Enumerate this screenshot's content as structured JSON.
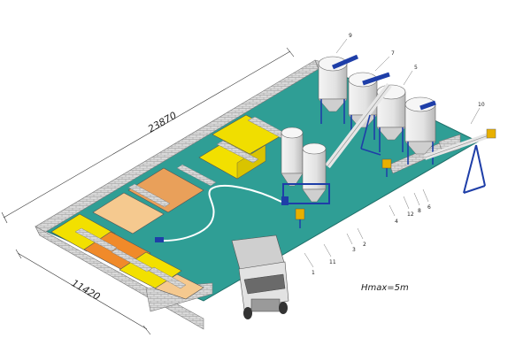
{
  "dimensions": {
    "length": "23870",
    "width": "11420"
  },
  "height_note": "Hmax=5m",
  "callouts": [
    "9",
    "7",
    "5",
    "10",
    "4",
    "12",
    "8",
    "6",
    "3",
    "2",
    "11",
    "1"
  ],
  "colors": {
    "floor": "#2f9e95",
    "wall": "#d9d9d9",
    "brick_line": "#9a9a9a",
    "steel": "#1e3ea8",
    "silo": "#e8e8e8",
    "bin_yellow": "#f2e000",
    "bin_orange": "#f08a2a",
    "bin_tan": "#e9a05a",
    "bin_peach": "#f5c98f",
    "truck": "#dcdcdc"
  }
}
